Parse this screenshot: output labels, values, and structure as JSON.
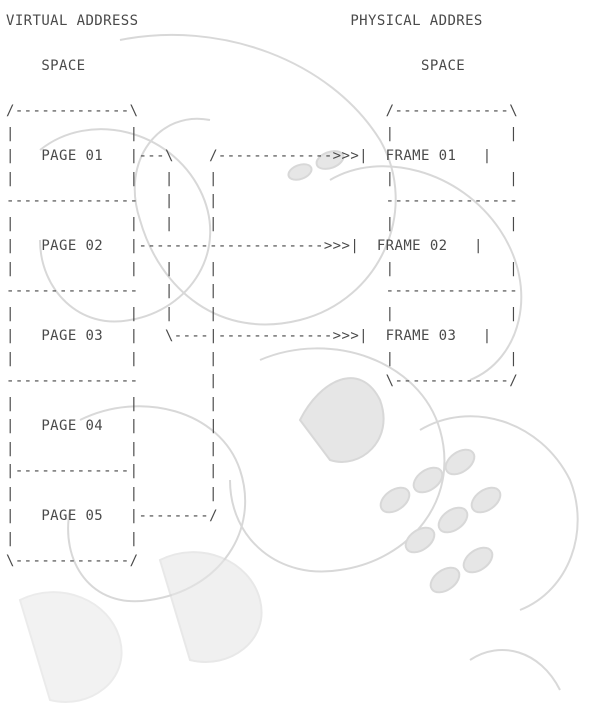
{
  "diagram": {
    "title_left_line1": "VIRTUAL ADDRESS",
    "title_left_line2": "SPACE",
    "title_right_line1": "PHYSICAL ADDRES",
    "title_right_line2": "SPACE",
    "pages": [
      "PAGE 01",
      "PAGE 02",
      "PAGE 03",
      "PAGE 04",
      "PAGE 05"
    ],
    "frames": [
      "FRAME 01",
      "FRAME 02",
      "FRAME 03"
    ]
  },
  "colors": {
    "text": "#4a4a4a",
    "watermark": "#d6d6d6"
  }
}
